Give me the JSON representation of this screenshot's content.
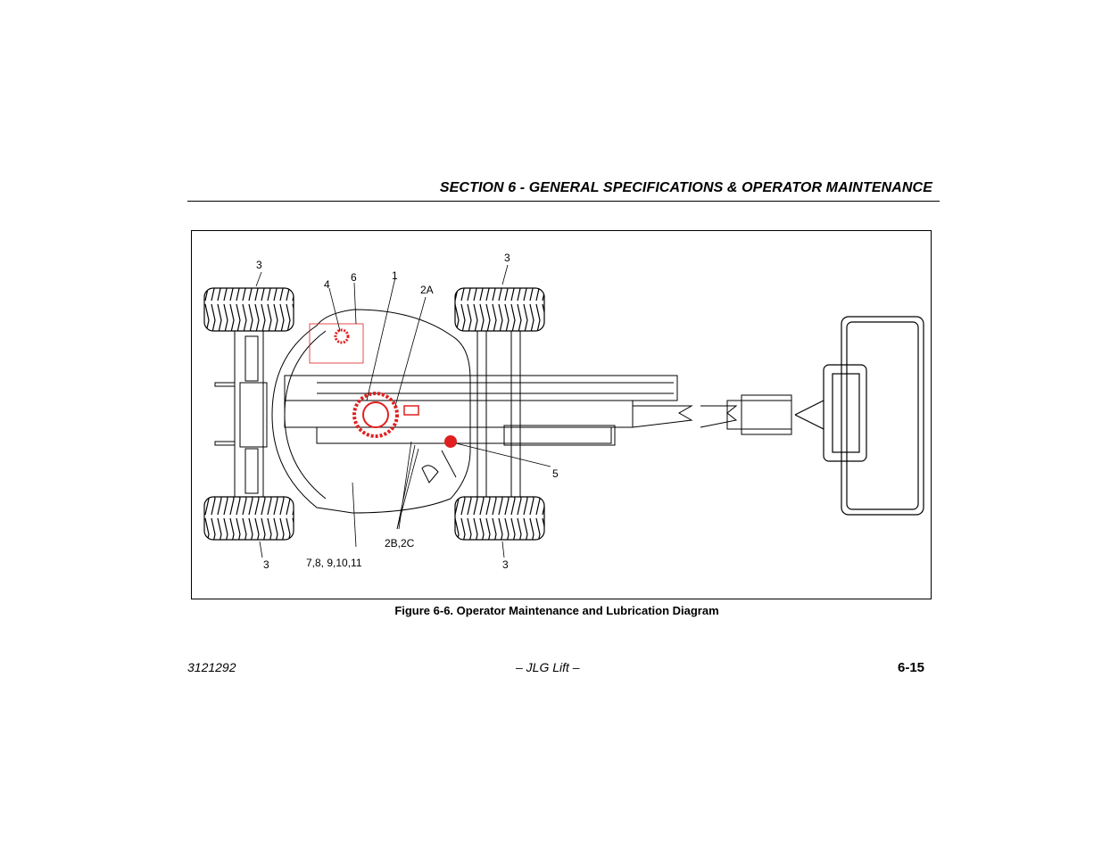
{
  "header": {
    "section_title": "SECTION 6 - GENERAL SPECIFICATIONS & OPERATOR MAINTENANCE"
  },
  "figure": {
    "caption": "Figure 6-6. Operator Maintenance and Lubrication Diagram",
    "callouts": {
      "c3_top_left": "3",
      "c3_top_right": "3",
      "c3_bottom_left": "3",
      "c3_bottom_right": "3",
      "c4": "4",
      "c6": "6",
      "c1": "1",
      "c2a": "2A",
      "c5": "5",
      "c2b2c": "2B,2C",
      "c7_11": "7,8, 9,10,11"
    },
    "colors": {
      "line": "#000000",
      "lube_point": "#e02020"
    }
  },
  "footer": {
    "doc_number": "3121292",
    "center": "– JLG Lift –",
    "page": "6-15"
  }
}
